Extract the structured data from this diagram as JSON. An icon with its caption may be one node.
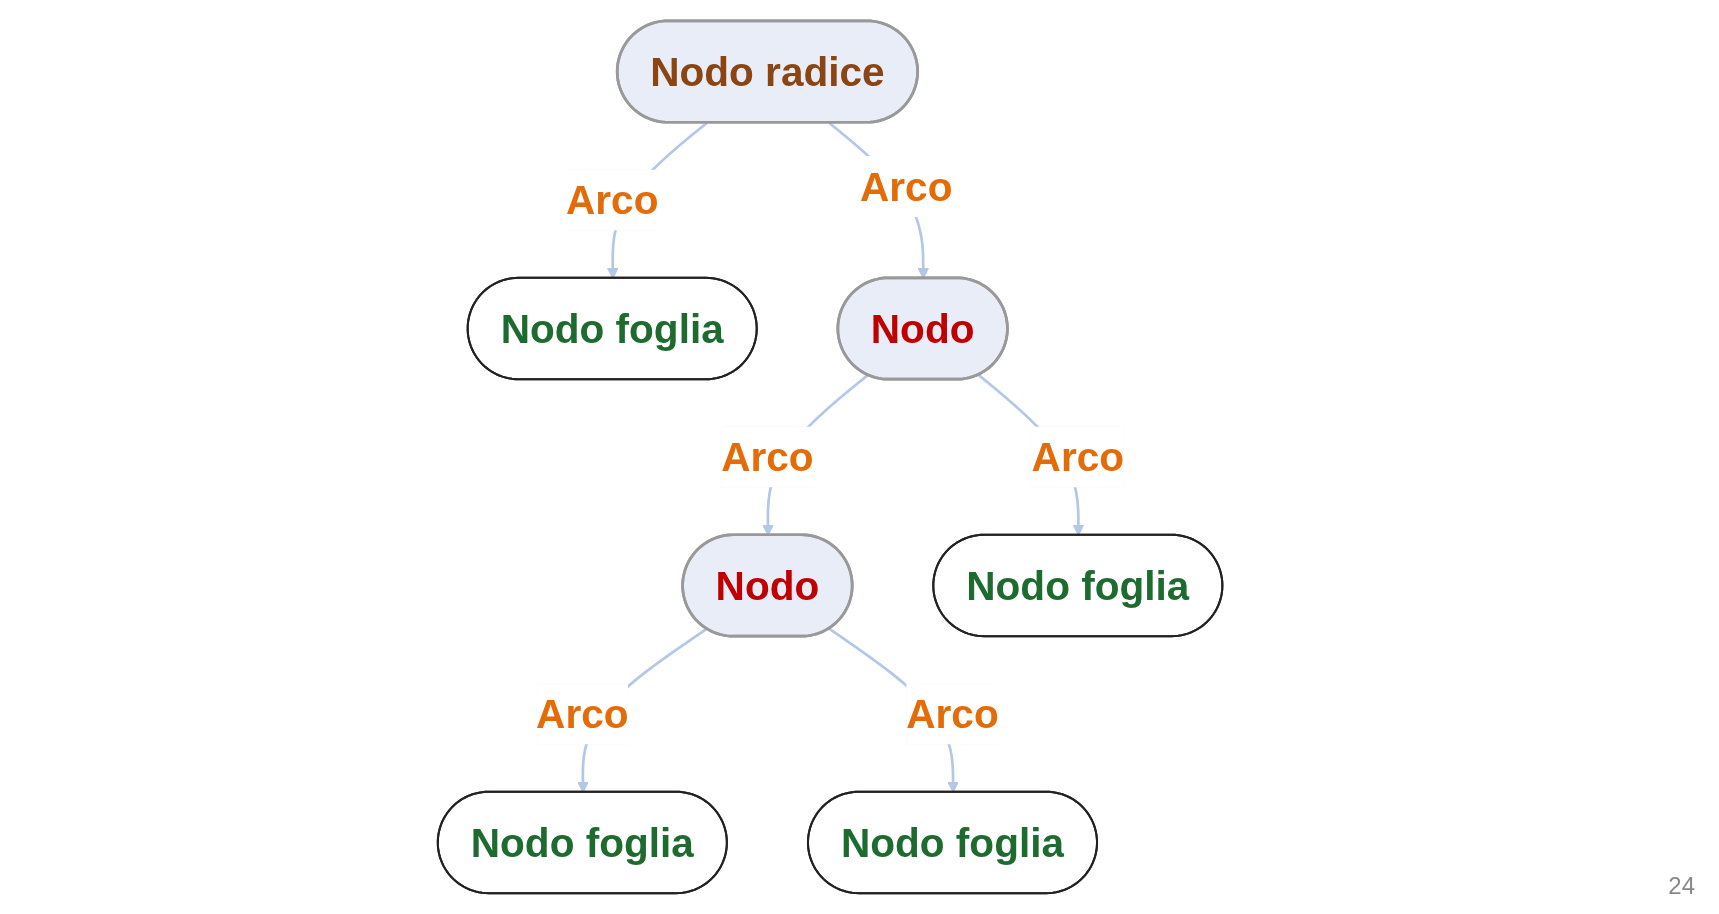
{
  "diagram": {
    "nodes": [
      {
        "text": [
          "Nodo radice"
        ]
      },
      {
        "text": [
          "Nodo"
        ]
      },
      {
        "text": [
          "Nodo foglia"
        ]
      },
      {
        "text": [
          "Nodo"
        ]
      },
      {
        "text": [
          "Nodo foglia"
        ]
      },
      {
        "text": [
          "Nodo foglia"
        ]
      },
      {
        "text": [
          "Nodo foglia"
        ]
      }
    ],
    "edges": [
      {
        "from": 0,
        "to": 2,
        "arrow": "to",
        "label": "Arco"
      },
      {
        "from": 0,
        "to": 1,
        "arrow": "to",
        "label": "Arco"
      },
      {
        "from": 1,
        "to": 3,
        "arrow": "to",
        "label": "Arco"
      },
      {
        "from": 1,
        "to": 4,
        "arrow": "to",
        "label": "Arco"
      },
      {
        "from": 3,
        "to": 5,
        "arrow": "to",
        "label": "Arco"
      },
      {
        "from": 3,
        "to": 6,
        "arrow": "to",
        "label": "Arco"
      }
    ],
    "labels": [
      "24"
    ]
  }
}
